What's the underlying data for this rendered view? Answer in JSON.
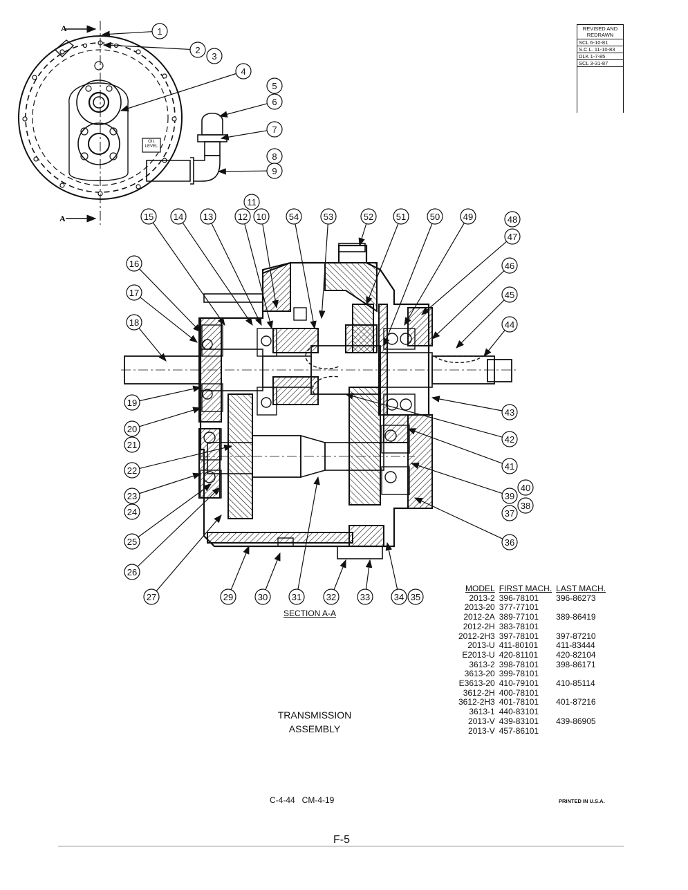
{
  "revision_box": {
    "heading": "REVISED AND REDRAWN",
    "entries": [
      "SCL  6-10-81",
      "S.C.L. 11-10-83",
      "DLK   1-7-85",
      "SCL  3-31-87"
    ]
  },
  "top_view": {
    "section_marker": "A",
    "oil_level_label": "OIL LEVEL"
  },
  "callouts": [
    "1",
    "2",
    "3",
    "4",
    "5",
    "6",
    "7",
    "8",
    "9",
    "10",
    "11",
    "12",
    "13",
    "14",
    "15",
    "16",
    "17",
    "18",
    "19",
    "20",
    "21",
    "22",
    "23",
    "24",
    "25",
    "26",
    "27",
    "29",
    "30",
    "31",
    "32",
    "33",
    "34",
    "35",
    "36",
    "37",
    "38",
    "39",
    "40",
    "41",
    "42",
    "43",
    "44",
    "45",
    "46",
    "47",
    "48",
    "49",
    "50",
    "51",
    "52",
    "53",
    "54"
  ],
  "section_caption": "SECTION A-A",
  "table": {
    "headers": [
      "MODEL",
      "FIRST MACH.",
      "LAST MACH."
    ],
    "rows": [
      [
        "2013-2",
        "396-78101",
        "396-86273"
      ],
      [
        "2013-20",
        "377-77101",
        ""
      ],
      [
        "2012-2A",
        "389-77101",
        "389-86419"
      ],
      [
        "2012-2H",
        "383-78101",
        ""
      ],
      [
        "2012-2H3",
        "397-78101",
        "397-87210"
      ],
      [
        "2013-U",
        "411-80101",
        "411-83444"
      ],
      [
        "E2013-U",
        "420-81101",
        "420-82104"
      ],
      [
        "3613-2",
        "398-78101",
        "398-86171"
      ],
      [
        "3613-20",
        "399-78101",
        ""
      ],
      [
        "E3613-20",
        "410-79101",
        "410-85114"
      ],
      [
        "3612-2H",
        "400-78101",
        ""
      ],
      [
        "3612-2H3",
        "401-78101",
        "401-87216"
      ],
      [
        "3613-1",
        "440-83101",
        ""
      ],
      [
        "2013-V",
        "439-83101",
        "439-86905"
      ],
      [
        "2013-V",
        "457-86101",
        ""
      ]
    ]
  },
  "title_line1": "TRANSMISSION",
  "title_line2": "ASSEMBLY",
  "codes": "C-4-44   CM-4-19",
  "printed": "PRINTED IN U.S.A.",
  "page_number": "F-5"
}
